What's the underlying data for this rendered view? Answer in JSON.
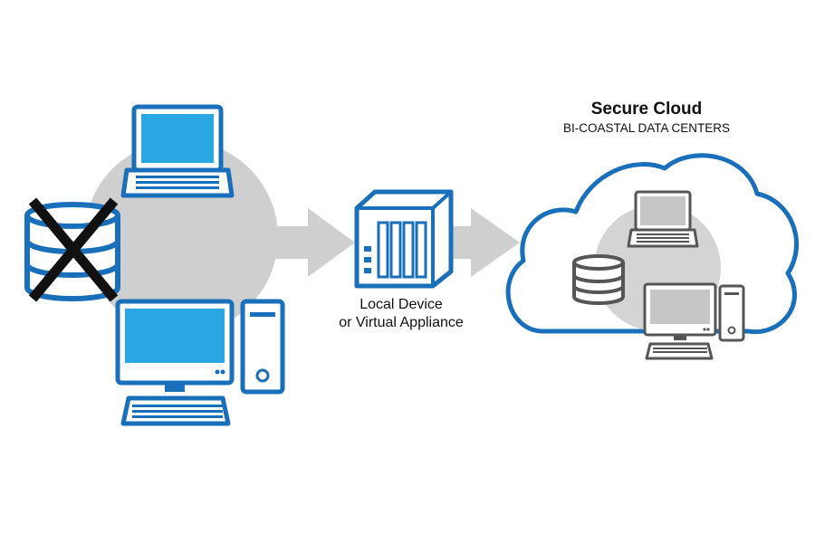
{
  "cloud": {
    "title": "Secure Cloud",
    "subtitle": "BI-COASTAL DATA CENTERS"
  },
  "appliance": {
    "label_line1": "Local Device",
    "label_line2": "or Virtual Appliance"
  },
  "colors": {
    "blue": "#1a6fba",
    "screen_blue": "#2aa6e3",
    "gray_fill": "#cfcfcf",
    "dark_gray": "#555555",
    "cross": "#111111"
  },
  "icons": {
    "left": [
      "laptop-icon",
      "database-icon",
      "desktop-computer-icon",
      "cross-mark-icon"
    ],
    "middle": [
      "nas-appliance-icon"
    ],
    "cloud": [
      "cloud-icon",
      "laptop-icon",
      "database-icon",
      "desktop-computer-icon"
    ],
    "flow": [
      "arrow-right-icon",
      "arrow-right-icon"
    ]
  }
}
